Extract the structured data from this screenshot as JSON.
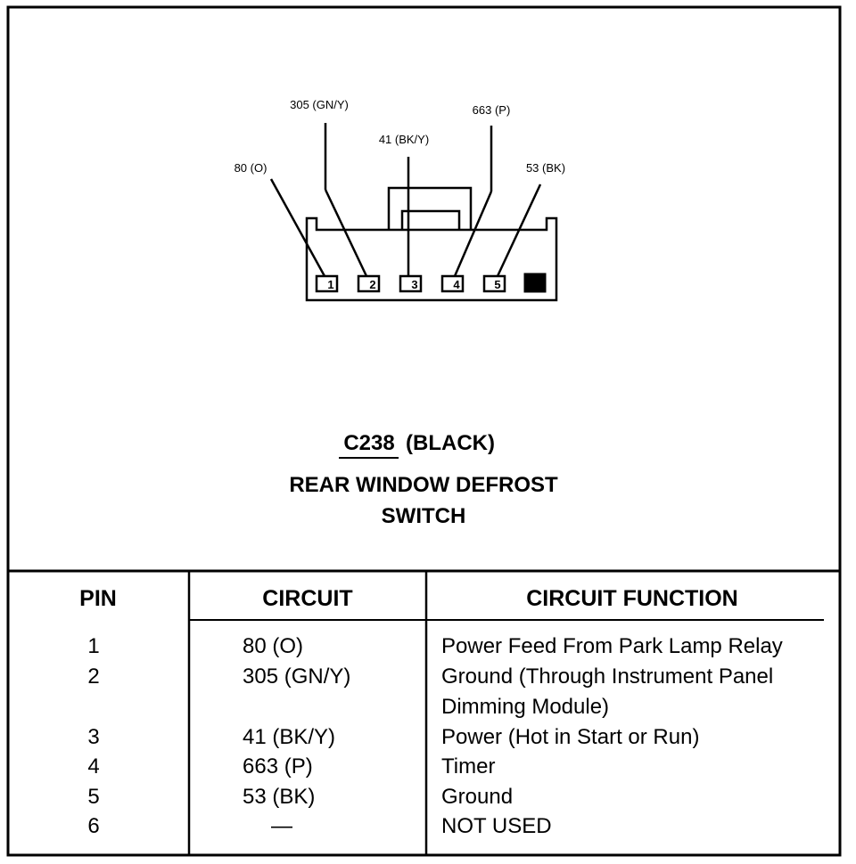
{
  "diagram": {
    "callouts": {
      "pin1": "80 (O)",
      "pin2": "305 (GN/Y)",
      "pin3": "41 (BK/Y)",
      "pin4": "663 (P)",
      "pin5": "53 (BK)"
    },
    "pins": [
      "1",
      "2",
      "3",
      "4",
      "5"
    ],
    "connector_id": "C238",
    "connector_color": "(BLACK)",
    "title_line1": "REAR WINDOW DEFROST",
    "title_line2": "SWITCH"
  },
  "table": {
    "headers": {
      "pin": "PIN",
      "circuit": "CIRCUIT",
      "function": "CIRCUIT FUNCTION"
    },
    "rows": [
      {
        "pin": "1",
        "circuit": "80 (O)",
        "function": [
          "Power Feed From Park Lamp Relay"
        ]
      },
      {
        "pin": "2",
        "circuit": "305 (GN/Y)",
        "function": [
          "Ground (Through Instrument Panel",
          "Dimming Module)"
        ]
      },
      {
        "pin": "3",
        "circuit": "41 (BK/Y)",
        "function": [
          "Power (Hot in Start or Run)"
        ]
      },
      {
        "pin": "4",
        "circuit": "663 (P)",
        "function": [
          "Timer"
        ]
      },
      {
        "pin": "5",
        "circuit": "53 (BK)",
        "function": [
          "Ground"
        ]
      },
      {
        "pin": "6",
        "circuit": "—",
        "function": [
          "NOT USED"
        ]
      }
    ]
  }
}
